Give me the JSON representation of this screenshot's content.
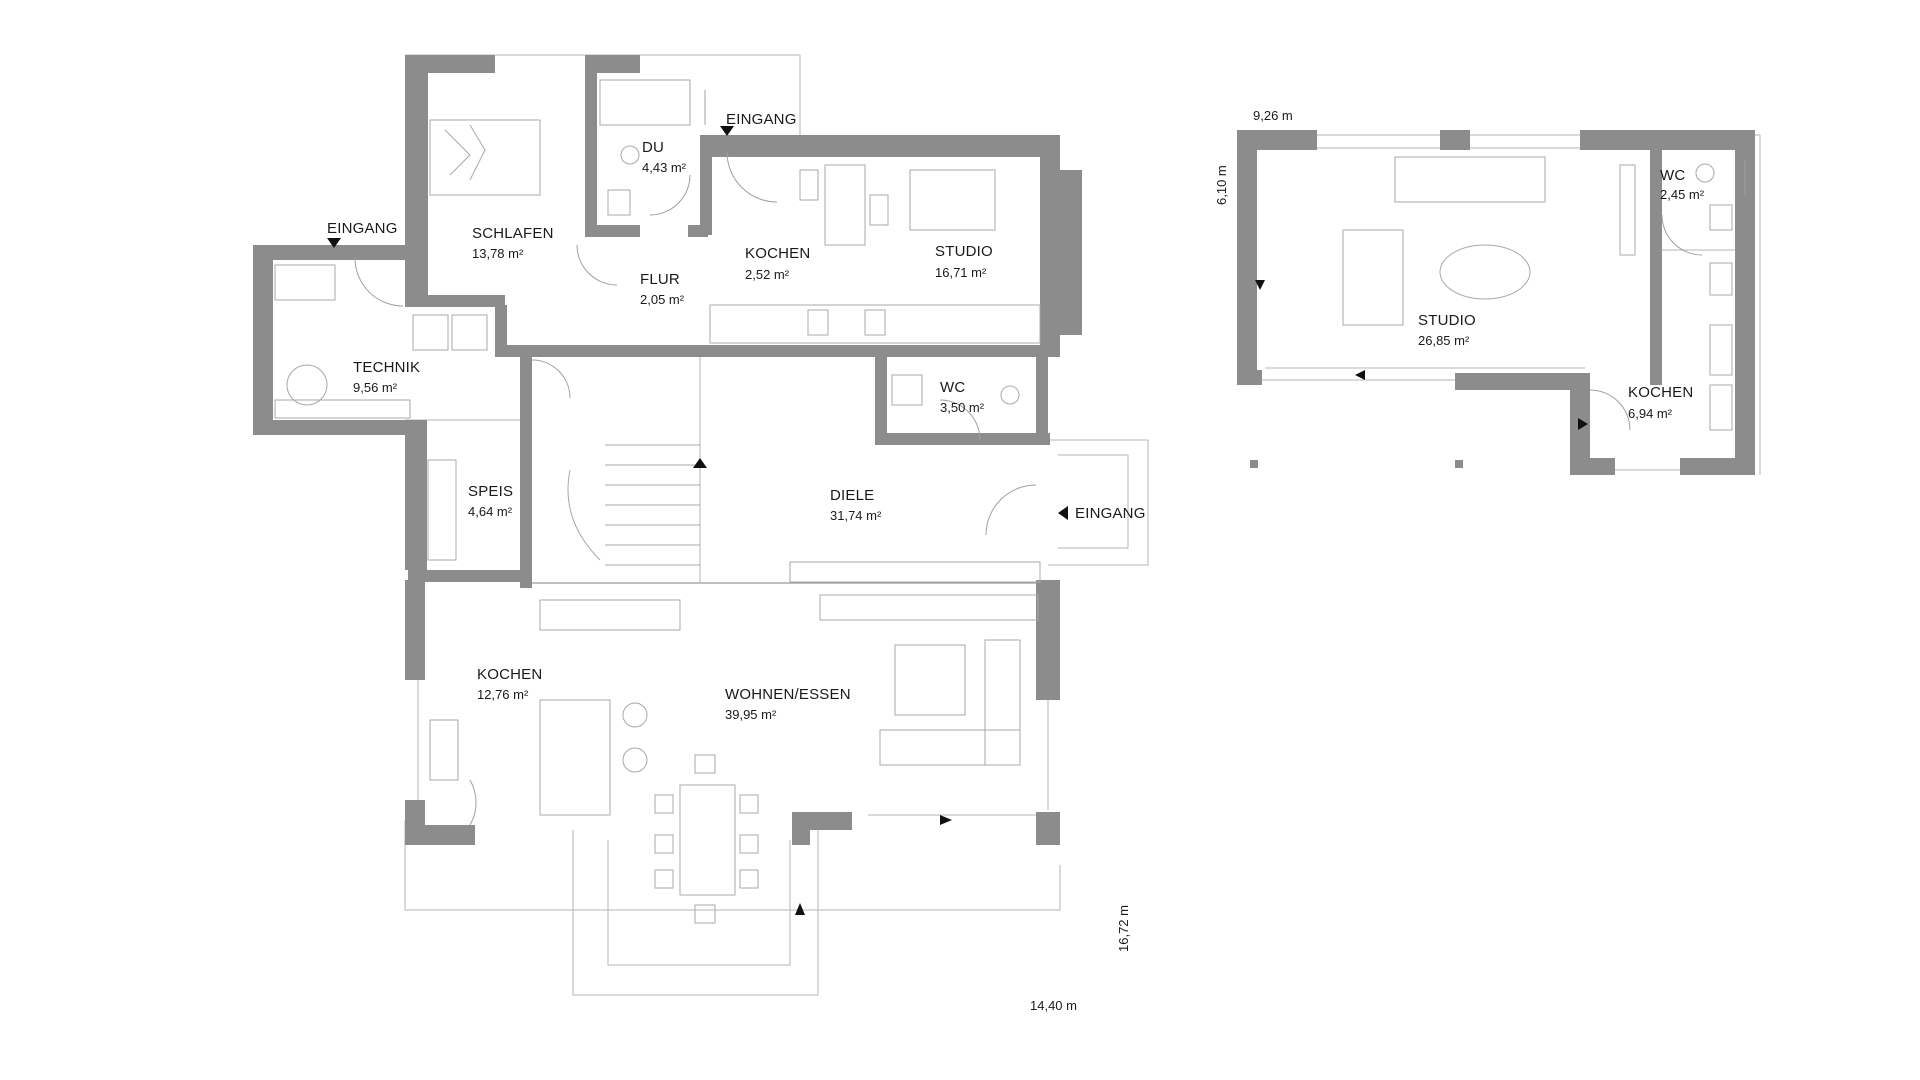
{
  "floor_plan_main": {
    "rooms": [
      {
        "id": "schlafen",
        "name": "SCHLAFEN",
        "area": "13,78 m²"
      },
      {
        "id": "du",
        "name": "DU",
        "area": "4,43 m²"
      },
      {
        "id": "flur",
        "name": "FLUR",
        "area": "2,05 m²"
      },
      {
        "id": "kochen-upper",
        "name": "KOCHEN",
        "area": "2,52 m²"
      },
      {
        "id": "studio",
        "name": "STUDIO",
        "area": "16,71 m²"
      },
      {
        "id": "technik",
        "name": "TECHNIK",
        "area": "9,56 m²"
      },
      {
        "id": "wc",
        "name": "WC",
        "area": "3,50 m²"
      },
      {
        "id": "speis",
        "name": "SPEIS",
        "area": "4,64 m²"
      },
      {
        "id": "diele",
        "name": "DIELE",
        "area": "31,74 m²"
      },
      {
        "id": "kochen-lower",
        "name": "KOCHEN",
        "area": "12,76 m²"
      },
      {
        "id": "wohnen-essen",
        "name": "WOHNEN/ESSEN",
        "area": "39,95 m²"
      }
    ],
    "entrances": [
      "EINGANG",
      "EINGANG",
      "EINGANG"
    ],
    "dimensions": {
      "width": "14,40 m",
      "depth": "16,72 m"
    }
  },
  "floor_plan_annex": {
    "rooms": [
      {
        "id": "wc-annex",
        "name": "WC",
        "area": "2,45 m²"
      },
      {
        "id": "studio-annex",
        "name": "STUDIO",
        "area": "26,85 m²"
      },
      {
        "id": "kochen-annex",
        "name": "KOCHEN",
        "area": "6,94 m²"
      }
    ],
    "dimensions": {
      "width": "9,26 m",
      "depth": "6,10 m"
    }
  },
  "colors": {
    "wall": "#8c8c8c",
    "text": "#1a1a1a",
    "line": "#b5b5b5"
  }
}
